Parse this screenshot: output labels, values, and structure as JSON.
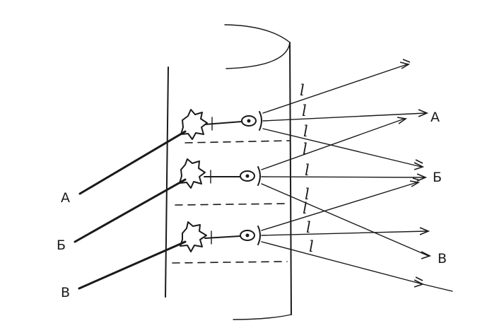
{
  "diagram": {
    "input_labels": [
      "А",
      "Б",
      "В"
    ],
    "output_labels": [
      "А",
      "Б",
      "В"
    ],
    "fiber_marker": "l"
  }
}
